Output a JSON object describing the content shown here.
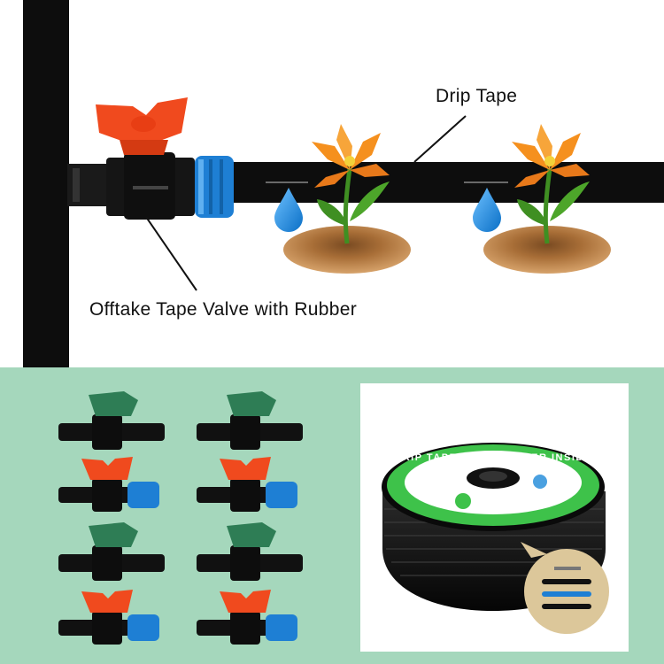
{
  "diagram": {
    "drip_tape_label": "Drip Tape",
    "valve_label": "Offtake Tape Valve with Rubber"
  },
  "reel": {
    "band_text": "DRIP TAPE WITH EMITTER INSIDE"
  },
  "colors": {
    "background_bottom": "#a5d7bc",
    "pipe": "#0d0d0d",
    "valve_handle_red": "#f04a1e",
    "valve_handle_green": "#2e7d55",
    "valve_connector_blue": "#1e7fd4",
    "water_drop": "#1a8fe0",
    "flower": "#f5901e",
    "leaf": "#3f8f22",
    "soil": "#b67a3e",
    "reel_band": "#3ec24a"
  },
  "icons": [
    "valve-icon",
    "flower-icon",
    "water-drop-icon",
    "reel-icon"
  ]
}
